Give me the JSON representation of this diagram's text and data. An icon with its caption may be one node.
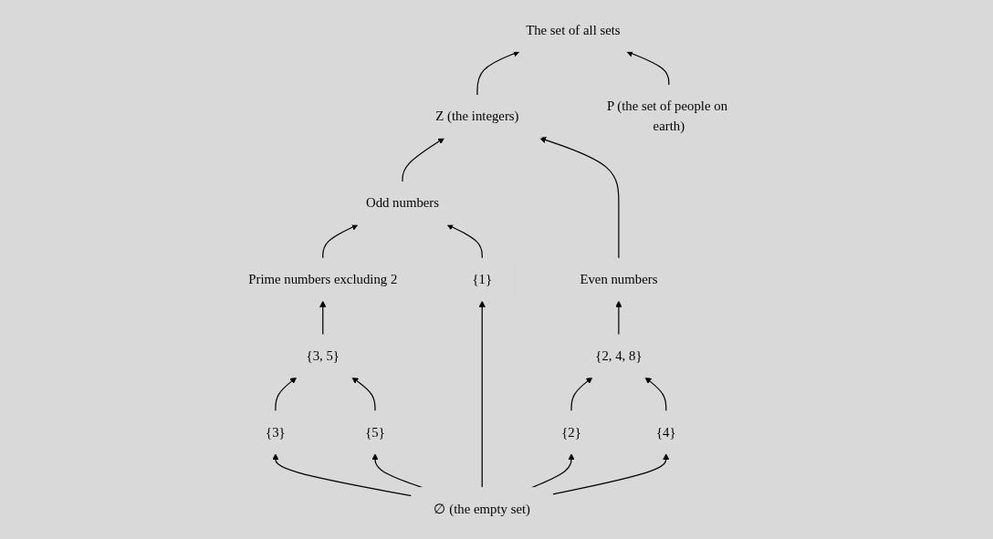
{
  "diagram": {
    "nodes": [
      {
        "text": [
          "The set of all sets"
        ]
      },
      {
        "text": [
          "Z (the integers)"
        ]
      },
      {
        "text": [
          "P (the set of people on earth)"
        ]
      },
      {
        "text": [
          "Odd numbers"
        ]
      },
      {
        "text": [
          "Even numbers"
        ]
      },
      {
        "text": [
          "Prime numbers excluding 2"
        ]
      },
      {
        "text": [
          "{3, 5}"
        ]
      },
      {
        "text": [
          "{2, 4, 8}"
        ]
      },
      {
        "text": [
          "{1}"
        ]
      },
      {
        "text": [
          "{3}"
        ]
      },
      {
        "text": [
          "{5}"
        ]
      },
      {
        "text": [
          "{2}"
        ]
      },
      {
        "text": [
          "{4}"
        ]
      },
      {
        "text": [
          "∅ (the empty set)"
        ]
      }
    ],
    "edges": [
      {
        "from": 1,
        "to": 0,
        "arrow": "to"
      },
      {
        "from": 2,
        "to": 0,
        "arrow": "to"
      },
      {
        "from": 3,
        "to": 1,
        "arrow": "to"
      },
      {
        "from": 4,
        "to": 1,
        "arrow": "to"
      },
      {
        "from": 5,
        "to": 3,
        "arrow": "to"
      },
      {
        "from": 8,
        "to": 3,
        "arrow": "to"
      },
      {
        "from": 6,
        "to": 5,
        "arrow": "to"
      },
      {
        "from": 7,
        "to": 4,
        "arrow": "to"
      },
      {
        "from": 9,
        "to": 6,
        "arrow": "to"
      },
      {
        "from": 10,
        "to": 6,
        "arrow": "to"
      },
      {
        "from": 11,
        "to": 7,
        "arrow": "to"
      },
      {
        "from": 12,
        "to": 7,
        "arrow": "to"
      },
      {
        "from": 13,
        "to": 8,
        "arrow": "to"
      },
      {
        "from": 13,
        "to": 9,
        "arrow": "to"
      },
      {
        "from": 13,
        "to": 10,
        "arrow": "to"
      },
      {
        "from": 13,
        "to": 11,
        "arrow": "to"
      },
      {
        "from": 13,
        "to": 12,
        "arrow": "to"
      }
    ]
  }
}
